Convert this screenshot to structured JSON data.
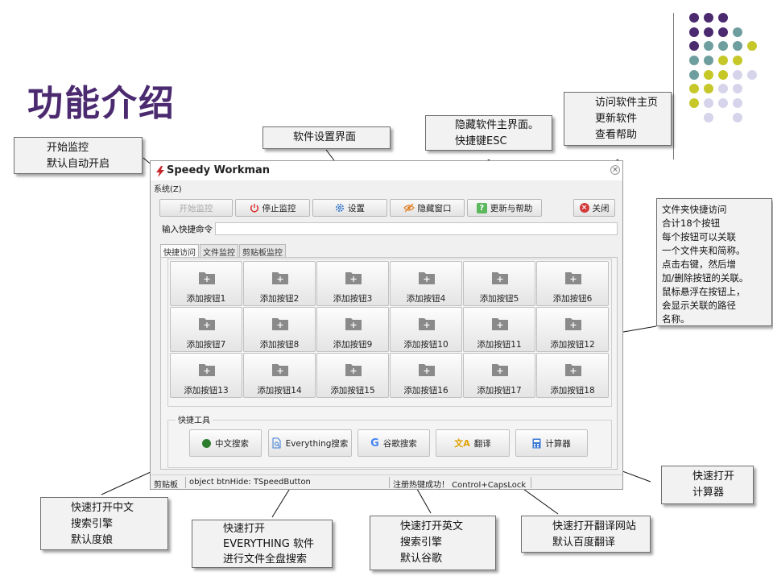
{
  "slide": {
    "title": "功能介绍",
    "colors": {
      "title": "#4b2a70",
      "dot_purple": "#4b2a70",
      "dot_teal": "#6f9e9e",
      "dot_olive": "#c6c82a",
      "dot_lavender": "#d6d4ea"
    }
  },
  "window": {
    "title": "Speedy Workman",
    "menu": "系统(Z)",
    "toolbar": {
      "start": "开始监控",
      "stop": "停止监控",
      "settings": "设置",
      "hide": "隐藏窗口",
      "update_help": "更新与帮助",
      "close": "关闭"
    },
    "command": {
      "label": "输入快捷命令",
      "value": ""
    },
    "tabs": [
      "快捷访问",
      "文件监控",
      "剪贴板监控"
    ],
    "folder_buttons": [
      "添加按钮1",
      "添加按钮2",
      "添加按钮3",
      "添加按钮4",
      "添加按钮5",
      "添加按钮6",
      "添加按钮7",
      "添加按钮8",
      "添加按钮9",
      "添加按钮10",
      "添加按钮11",
      "添加按钮12",
      "添加按钮13",
      "添加按钮14",
      "添加按钮15",
      "添加按钮16",
      "添加按钮17",
      "添加按钮18"
    ],
    "tools": {
      "legend": "快捷工具",
      "chinese_search": "中文搜索",
      "everything_search": "Everything搜索",
      "google_search": "谷歌搜索",
      "translate": "翻译",
      "calculator": "计算器"
    },
    "status": {
      "clipboard": "剪贴板",
      "object": "object btnHide: TSpeedButton",
      "hotkey": "注册热键成功！ Control+CapsLock"
    }
  },
  "callouts": {
    "start": [
      "开始监控",
      "默认自动开启"
    ],
    "settings": [
      "软件设置界面"
    ],
    "hide": [
      "隐藏软件主界面。",
      "快捷键ESC"
    ],
    "help": [
      "访问软件主页",
      "更新软件",
      "查看帮助"
    ],
    "folders": [
      "文件夹快捷访问",
      "合计18个按钮",
      "每个按钮可以关联",
      "一个文件夹和简称。",
      "点击右键，然后增",
      "加/删除按钮的关联。",
      "鼠标悬浮在按钮上，",
      "会显示关联的路径",
      "名称。"
    ],
    "chinese_search": [
      "快速打开中文",
      "搜索引擎",
      "默认度娘"
    ],
    "everything": [
      "快速打开",
      "EVERYTHING  软件",
      "进行文件全盘搜索"
    ],
    "english_search": [
      "快速打开英文",
      "搜索引擎",
      "默认谷歌"
    ],
    "translate": [
      "快速打开翻译网站",
      "默认百度翻译"
    ],
    "calculator": [
      "快速打开",
      "计算器"
    ]
  }
}
